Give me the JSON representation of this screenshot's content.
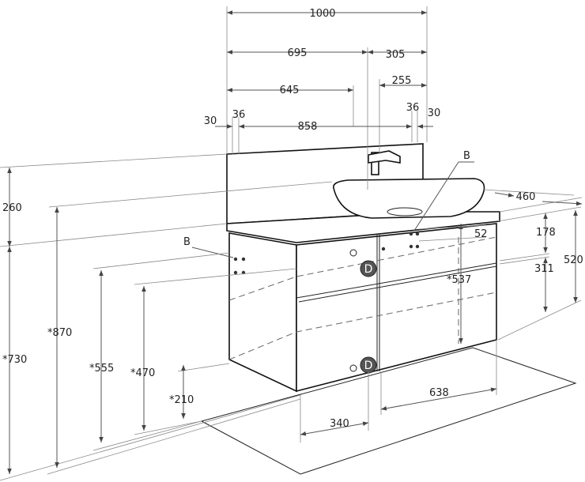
{
  "dimensions": {
    "w1000": "1000",
    "w695": "695",
    "w305": "305",
    "w645": "645",
    "w255": "255",
    "w30a": "30",
    "w36a": "36",
    "w858": "858",
    "w36b": "36",
    "w30b": "30",
    "d460": "460",
    "h260": "260",
    "h870": "*870",
    "h730": "*730",
    "h555": "*555",
    "h470": "*470",
    "h210": "*210",
    "h537": "*537",
    "h52": "52",
    "h178": "178",
    "h520": "520",
    "h311": "311",
    "w638": "638",
    "w340": "340"
  },
  "markers": {
    "b_left": "B",
    "b_right": "B",
    "drain_1": "D",
    "drain_2": "D"
  }
}
